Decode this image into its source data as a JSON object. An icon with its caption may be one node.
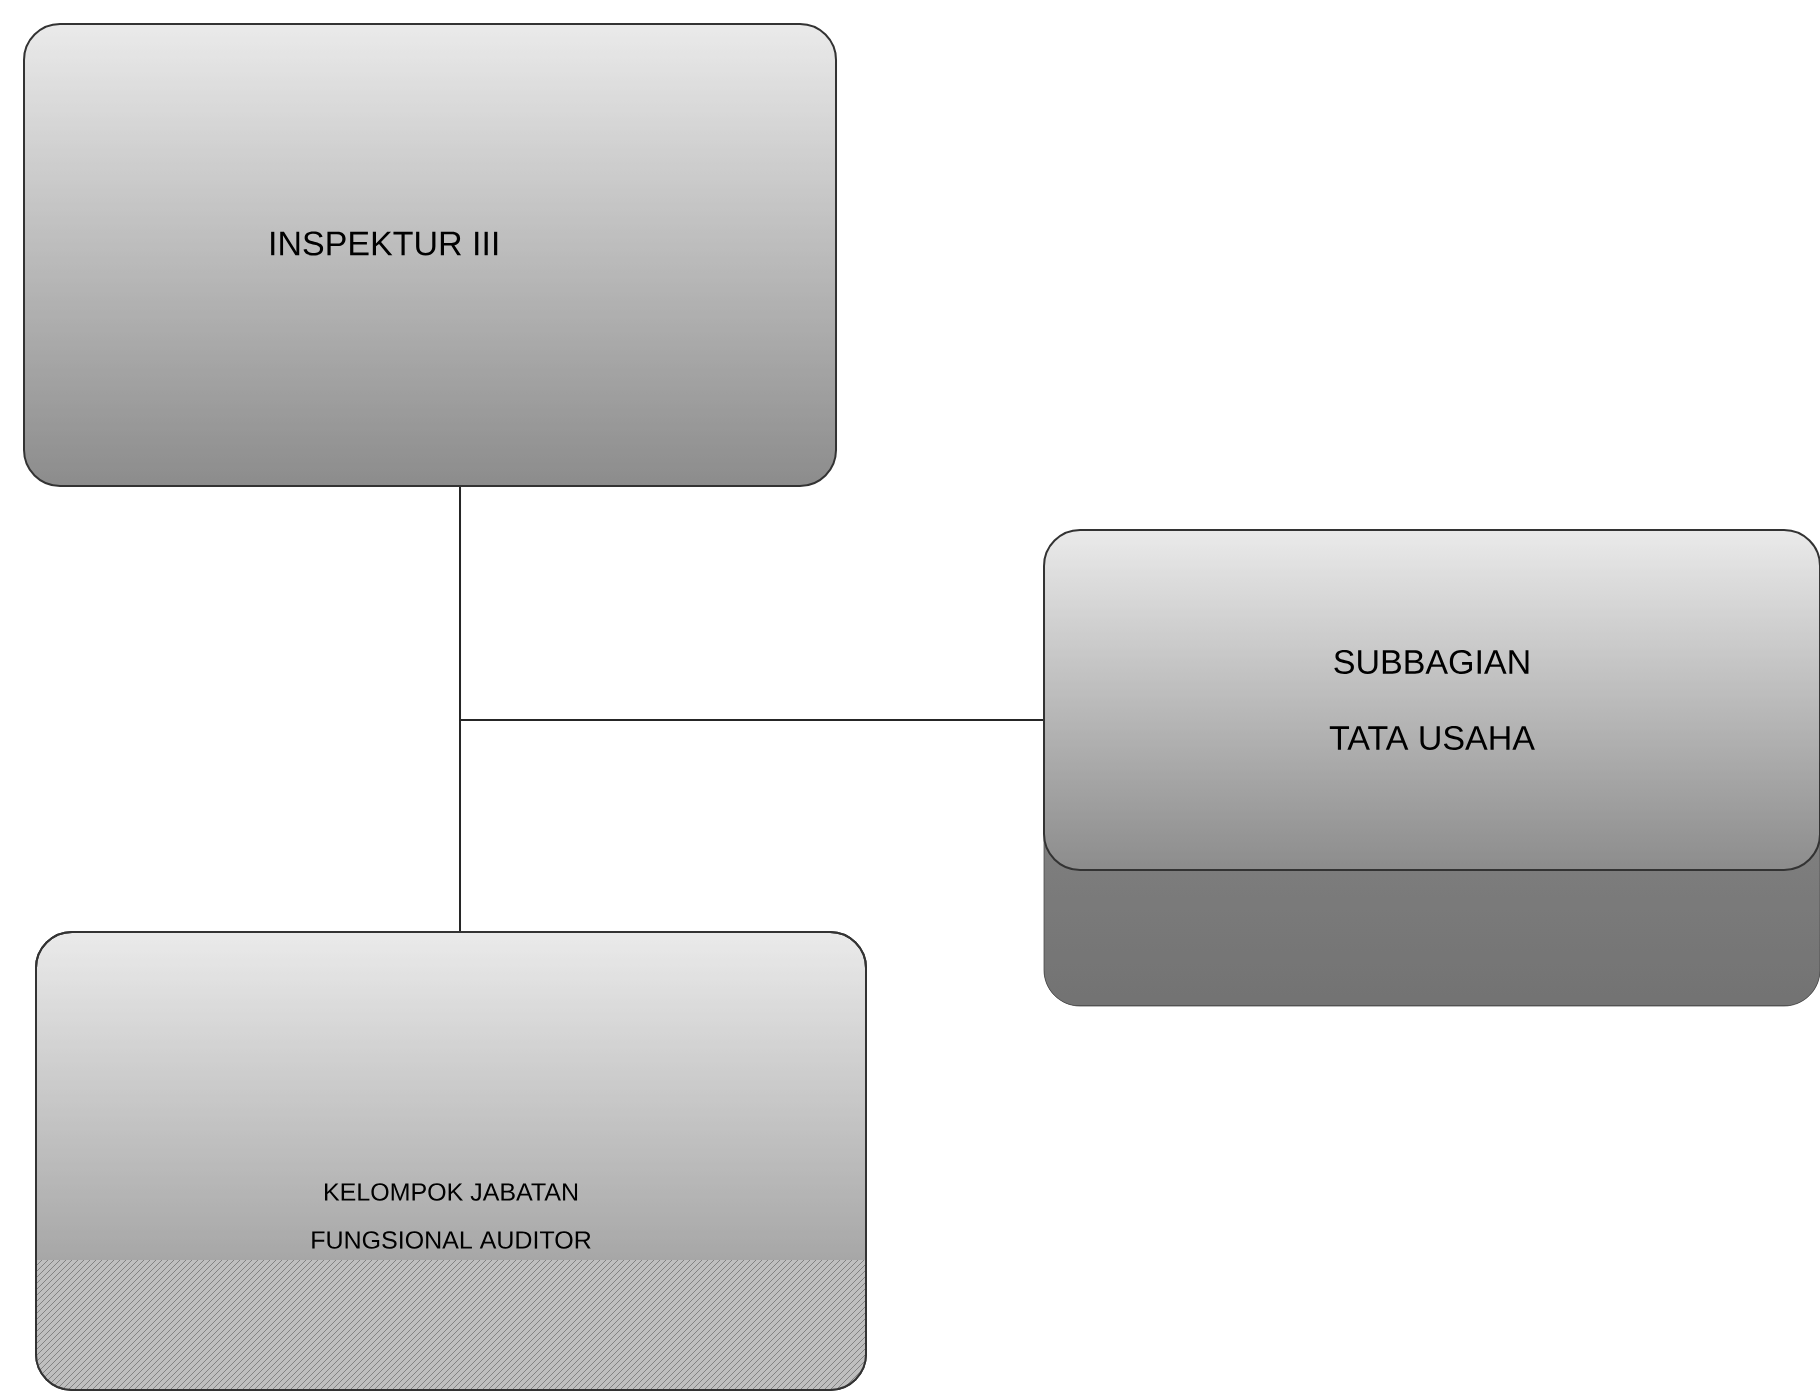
{
  "diagram": {
    "nodes": [
      {
        "text": [
          "INSPEKTUR III"
        ]
      },
      {
        "text": [
          "SUBBAGIAN",
          "TATA USAHA"
        ]
      },
      {
        "text": [
          "KELOMPOK JABATAN FUNGSIONAL AUDITOR"
        ]
      }
    ],
    "edges": [
      {
        "from": 0,
        "to": 1,
        "arrow": "none"
      },
      {
        "from": 0,
        "to": 2,
        "arrow": "none"
      }
    ]
  }
}
